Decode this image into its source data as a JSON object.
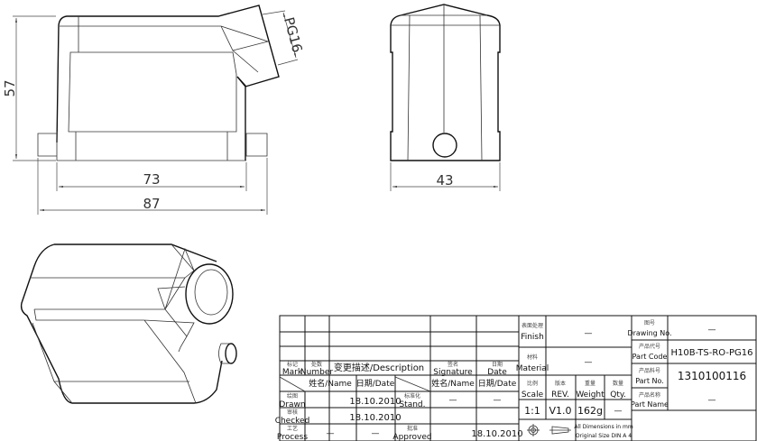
{
  "dimensions": {
    "height": "57",
    "width_inner": "73",
    "width_outer": "87",
    "thread": "PG16",
    "depth": "43"
  },
  "title_block": {
    "mark": {
      "cn": "标记",
      "en": "Mark"
    },
    "number": {
      "cn": "处数",
      "en": "Number"
    },
    "description": "变更描述/Description",
    "signature": {
      "cn": "签名",
      "en": "Signature"
    },
    "date": {
      "cn": "日期",
      "en": "Date"
    },
    "name_col": "姓名/Name",
    "date_col": "日期/Date",
    "name_col2": "姓名/Name",
    "date_col2": "日期/Date",
    "drawn": {
      "cn": "绘图",
      "en": "Drawn",
      "date": "18.10.2010"
    },
    "checked": {
      "cn": "审核",
      "en": "Checked",
      "date": "18.10.2010"
    },
    "process": {
      "cn": "工艺",
      "en": "Process",
      "name": "—",
      "date": "—"
    },
    "stand": {
      "cn": "标准化",
      "en": "Stand.",
      "name": "—",
      "date": "—"
    },
    "approved": {
      "cn": "批准",
      "en": "Approved",
      "date": "18.10.2010"
    },
    "finish": {
      "cn": "表面处理",
      "en": "Finish",
      "value": "—"
    },
    "material": {
      "cn": "材料",
      "en": "Material",
      "value": "—"
    },
    "scale": {
      "cn": "比例",
      "en": "Scale",
      "value": "1:1"
    },
    "rev": {
      "cn": "版本",
      "en": "REV.",
      "value": "V1.0"
    },
    "weight": {
      "cn": "重量",
      "en": "Weight",
      "value": "162g"
    },
    "qty": {
      "cn": "数量",
      "en": "Qty.",
      "value": "—"
    },
    "note1": "All Dimensions in mm",
    "note2": "Original Size DIN A 4",
    "drawing_no": {
      "cn": "图号",
      "en": "Drawing No.",
      "value": "—"
    },
    "part_code": {
      "cn": "产品代号",
      "en": "Part Code",
      "value": "H10B-TS-RO-PG16"
    },
    "part_no": {
      "cn": "产品料号",
      "en": "Part No.",
      "value": "1310100116"
    },
    "part_name": {
      "cn": "产品名称",
      "en": "Part Name",
      "value": "—"
    }
  }
}
